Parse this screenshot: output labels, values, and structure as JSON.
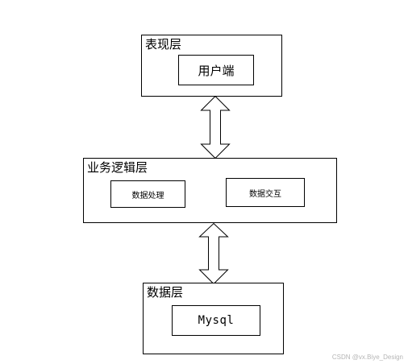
{
  "presentation_layer": {
    "title": "表现层",
    "client_label": "用户端"
  },
  "business_logic_layer": {
    "title": "业务逻辑层",
    "data_processing_label": "数据处理",
    "data_interaction_label": "数据交互"
  },
  "data_layer": {
    "title": "数据层",
    "database_label": "Mysql"
  },
  "watermark": "CSDN @vx.Biye_Design"
}
